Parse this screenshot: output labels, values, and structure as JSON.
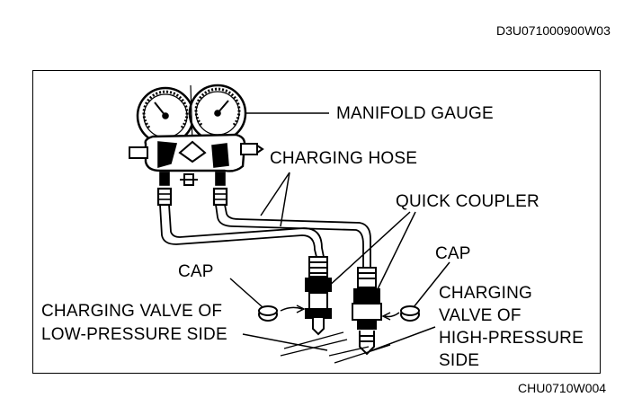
{
  "doc_code_top": "D3U071000900W03",
  "doc_code_bottom": "CHU0710W004",
  "labels": {
    "manifold_gauge": "MANIFOLD GAUGE",
    "charging_hose": "CHARGING HOSE",
    "quick_coupler": "QUICK COUPLER",
    "cap_left": "CAP",
    "cap_right": "CAP",
    "low_valve_line1": "CHARGING VALVE OF",
    "low_valve_line2": "LOW-PRESSURE SIDE",
    "high_valve_line1": "CHARGING",
    "high_valve_line2": "VALVE OF",
    "high_valve_line3": "HIGH-PRESSURE",
    "high_valve_line4": "SIDE"
  }
}
